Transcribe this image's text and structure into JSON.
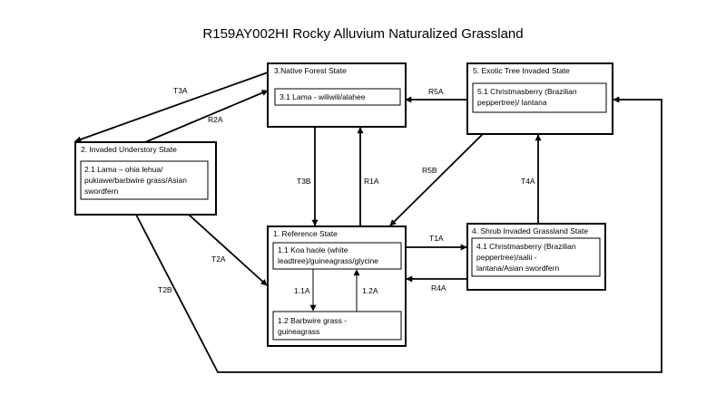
{
  "title": "R159AY002HI Rocky Alluvium Naturalized Grassland",
  "states": {
    "native": {
      "title": "3.Native Forest State",
      "communities": [
        {
          "lines": [
            "3.1 Lama - wiliwili/alahee"
          ]
        }
      ]
    },
    "exotic": {
      "title": "5. Exotic Tree Invaded State",
      "communities": [
        {
          "lines": [
            "5.1 Christmasberry (Brazilian",
            "peppertree)/ lantana"
          ]
        }
      ]
    },
    "invaded": {
      "title": "2. Invaded Understory State",
      "communities": [
        {
          "lines": [
            "2.1 Lama – ohia lehua/",
            "pukiawe/barbwire grass/Asian",
            "swordfern"
          ]
        }
      ]
    },
    "reference": {
      "title": "1. Reference State",
      "communities": [
        {
          "lines": [
            "1.1 Koa haole (white",
            "leadtree)/guineagrass/glycine"
          ]
        },
        {
          "lines": [
            "1.2 Barbwire grass -",
            "guineagrass"
          ]
        }
      ]
    },
    "shrub": {
      "title": "4. Shrub Invaded Grassland State",
      "communities": [
        {
          "lines": [
            "4.1 Christmasberry (Brazilian",
            "peppertree)/aalii -",
            "lantana/Asian swordfern"
          ]
        }
      ]
    }
  },
  "transitions": {
    "T3A": "T3A",
    "R2A": "R2A",
    "R5A": "R5A",
    "T3B": "T3B",
    "R1A": "R1A",
    "R5B": "R5B",
    "T4A": "T4A",
    "T2A": "T2A",
    "T1A": "T1A",
    "R4A": "R4A",
    "T2B": "T2B",
    "P11": "1.1A",
    "P12": "1.2A"
  }
}
